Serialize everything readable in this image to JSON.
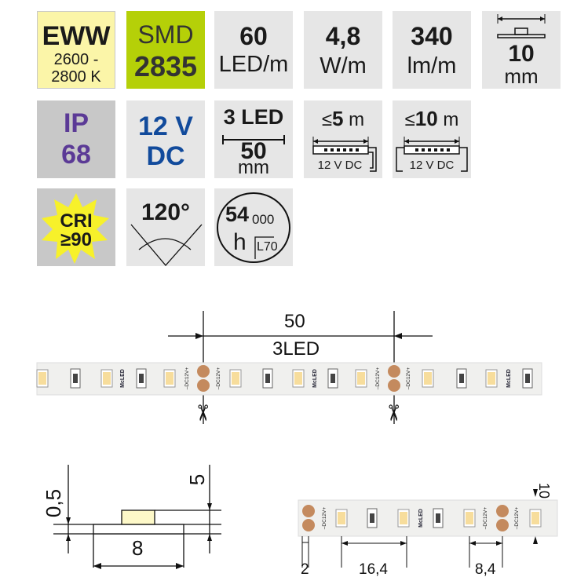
{
  "tiles": {
    "color": {
      "code": "EWW",
      "range1": "2600 -",
      "range2": "2800 K"
    },
    "chip": {
      "type": "SMD",
      "model": "2835"
    },
    "density": {
      "value": "60",
      "unit": "LED/m"
    },
    "power": {
      "value": "4,8",
      "unit": "W/m"
    },
    "flux": {
      "value": "340",
      "unit": "lm/m"
    },
    "width": {
      "value": "10",
      "unit": "mm"
    },
    "ip": {
      "label": "IP",
      "value": "68"
    },
    "voltage": {
      "value": "12 V",
      "type": "DC"
    },
    "cut": {
      "count": "3 LED",
      "length": "50",
      "unit": "mm"
    },
    "single_feed": {
      "max_prefix": "≤",
      "max": "5",
      "unit": "m",
      "supply": "12 V DC"
    },
    "double_feed": {
      "max_prefix": "≤",
      "max": "10",
      "unit": "m",
      "supply": "12 V DC"
    },
    "cri": {
      "label": "CRI",
      "value": "≥90"
    },
    "angle": {
      "value": "120°"
    },
    "lifetime": {
      "value": "54",
      "suffix": "000",
      "unit": "h",
      "rating": "L70"
    }
  },
  "colors": {
    "warm_tile": "#fbf5a8",
    "green_tile": "#b5d008",
    "ip_purple": "#5b3a96",
    "dc_blue": "#124b9c",
    "cri_star": "#f7f12a",
    "pad": "#c48a5e",
    "led": "#f7dd9c"
  },
  "strip_diagram": {
    "dimension": "50",
    "cut_label": "3LED",
    "brand": "McLED",
    "pad_label": "–DC12V+"
  },
  "cross_section": {
    "thickness": "0,5",
    "height": "5",
    "width": "8"
  },
  "layout_diagram": {
    "edge": "2",
    "led_pitch": "16,4",
    "pad_led": "8,4",
    "strip_width": "10"
  }
}
